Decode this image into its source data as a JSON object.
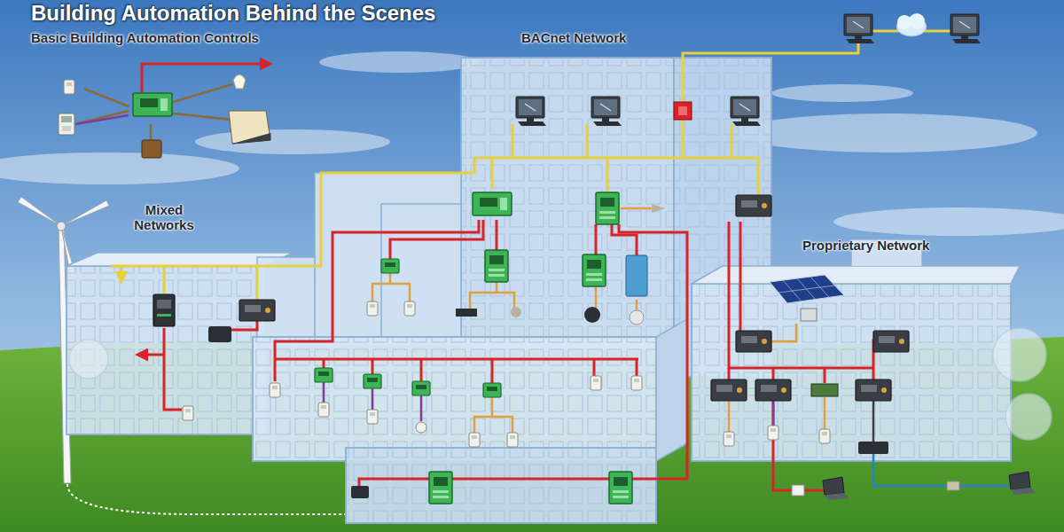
{
  "diagram": {
    "title": "Building Automation Behind the Scenes",
    "labels": [
      "Basic Building Automation Controls",
      "BACnet Network",
      "Mixed Networks",
      "Proprietary Network"
    ]
  }
}
